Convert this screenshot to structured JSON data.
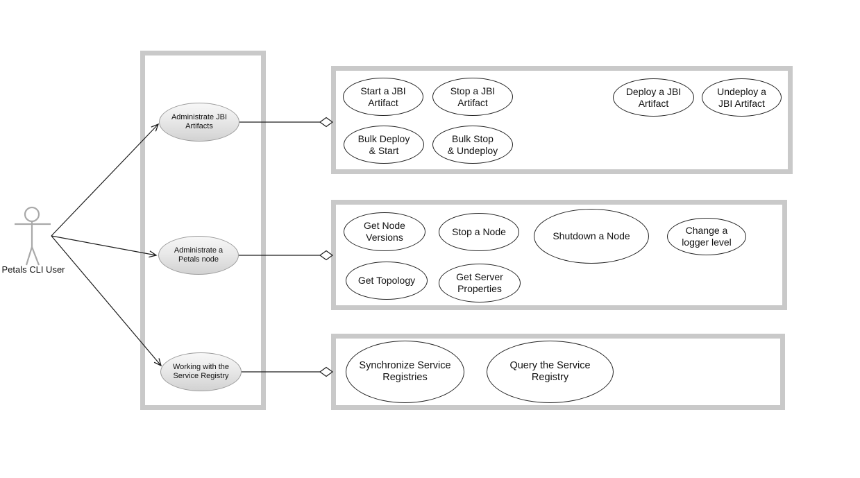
{
  "diagram": {
    "actor": {
      "label": "Petals CLI User"
    },
    "actor_use_cases": [
      {
        "label": "Administrate JBI\nArtifacts"
      },
      {
        "label": "Administrate a\nPetals node"
      },
      {
        "label": "Working with the\nService Registry"
      }
    ],
    "groups": [
      {
        "name": "jbi-artifacts",
        "use_cases": [
          {
            "label": "Start a JBI\nArtifact"
          },
          {
            "label": "Stop a JBI\nArtifact"
          },
          {
            "label": "Deploy a JBI\nArtifact"
          },
          {
            "label": "Undeploy a\nJBI Artifact"
          },
          {
            "label": "Bulk Deploy\n& Start"
          },
          {
            "label": "Bulk Stop\n& Undeploy"
          }
        ]
      },
      {
        "name": "petals-node",
        "use_cases": [
          {
            "label": "Get Node\nVersions"
          },
          {
            "label": "Stop a Node"
          },
          {
            "label": "Shutdown a Node"
          },
          {
            "label": "Change a\nlogger level"
          },
          {
            "label": "Get Topology"
          },
          {
            "label": "Get Server\nProperties"
          }
        ]
      },
      {
        "name": "service-registry",
        "use_cases": [
          {
            "label": "Synchronize Service\nRegistries"
          },
          {
            "label": "Query the Service\nRegistry"
          }
        ]
      }
    ],
    "colors": {
      "boundary_border": "#c9c9c9",
      "connector": "#1c1c1c",
      "actor_stroke": "#a9a9a9",
      "use_case_fill": "#ffffff",
      "actor_use_case_fill": "#e4e4e4"
    }
  }
}
